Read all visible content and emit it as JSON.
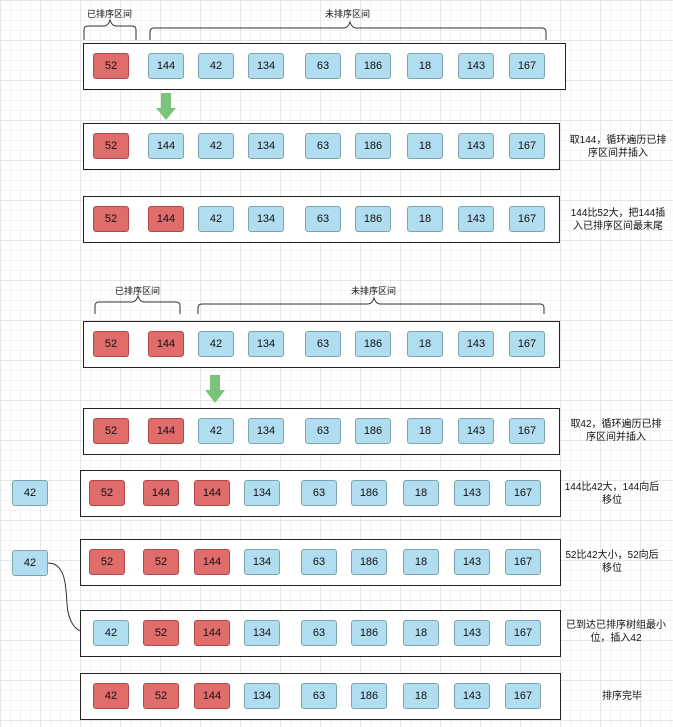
{
  "labels": {
    "sorted": "已排序区间",
    "unsorted": "未排序区间"
  },
  "free_box": "42",
  "rows": [
    {
      "cells": [
        [
          "52",
          "red"
        ],
        [
          "144",
          "blue"
        ],
        [
          "42",
          "blue"
        ],
        [
          "134",
          "blue"
        ],
        [
          "63",
          "blue"
        ],
        [
          "186",
          "blue"
        ],
        [
          "18",
          "blue"
        ],
        [
          "143",
          "blue"
        ],
        [
          "167",
          "blue"
        ]
      ],
      "note": ""
    },
    {
      "cells": [
        [
          "52",
          "red"
        ],
        [
          "144",
          "blue"
        ],
        [
          "42",
          "blue"
        ],
        [
          "134",
          "blue"
        ],
        [
          "63",
          "blue"
        ],
        [
          "186",
          "blue"
        ],
        [
          "18",
          "blue"
        ],
        [
          "143",
          "blue"
        ],
        [
          "167",
          "blue"
        ]
      ],
      "note": "取144，循环遍历已排序区间并插入"
    },
    {
      "cells": [
        [
          "52",
          "red"
        ],
        [
          "144",
          "red"
        ],
        [
          "42",
          "blue"
        ],
        [
          "134",
          "blue"
        ],
        [
          "63",
          "blue"
        ],
        [
          "186",
          "blue"
        ],
        [
          "18",
          "blue"
        ],
        [
          "143",
          "blue"
        ],
        [
          "167",
          "blue"
        ]
      ],
      "note": "144比52大，把144插入已排序区间最末尾"
    },
    {
      "cells": [
        [
          "52",
          "red"
        ],
        [
          "144",
          "red"
        ],
        [
          "42",
          "blue"
        ],
        [
          "134",
          "blue"
        ],
        [
          "63",
          "blue"
        ],
        [
          "186",
          "blue"
        ],
        [
          "18",
          "blue"
        ],
        [
          "143",
          "blue"
        ],
        [
          "167",
          "blue"
        ]
      ],
      "note": ""
    },
    {
      "cells": [
        [
          "52",
          "red"
        ],
        [
          "144",
          "red"
        ],
        [
          "42",
          "blue"
        ],
        [
          "134",
          "blue"
        ],
        [
          "63",
          "blue"
        ],
        [
          "186",
          "blue"
        ],
        [
          "18",
          "blue"
        ],
        [
          "143",
          "blue"
        ],
        [
          "167",
          "blue"
        ]
      ],
      "note": "取42，循环遍历已排序区间并插入"
    },
    {
      "cells": [
        [
          "52",
          "red"
        ],
        [
          "144",
          "red"
        ],
        [
          "144",
          "red"
        ],
        [
          "134",
          "blue"
        ],
        [
          "63",
          "blue"
        ],
        [
          "186",
          "blue"
        ],
        [
          "18",
          "blue"
        ],
        [
          "143",
          "blue"
        ],
        [
          "167",
          "blue"
        ]
      ],
      "note": "144比42大，144向后移位"
    },
    {
      "cells": [
        [
          "52",
          "red"
        ],
        [
          "52",
          "red"
        ],
        [
          "144",
          "red"
        ],
        [
          "134",
          "blue"
        ],
        [
          "63",
          "blue"
        ],
        [
          "186",
          "blue"
        ],
        [
          "18",
          "blue"
        ],
        [
          "143",
          "blue"
        ],
        [
          "167",
          "blue"
        ]
      ],
      "note": "52比42大小，52向后移位"
    },
    {
      "cells": [
        [
          "42",
          "blue"
        ],
        [
          "52",
          "red"
        ],
        [
          "144",
          "red"
        ],
        [
          "134",
          "blue"
        ],
        [
          "63",
          "blue"
        ],
        [
          "186",
          "blue"
        ],
        [
          "18",
          "blue"
        ],
        [
          "143",
          "blue"
        ],
        [
          "167",
          "blue"
        ]
      ],
      "note": "已到达已排序树组最小位，插入42"
    },
    {
      "cells": [
        [
          "42",
          "red"
        ],
        [
          "52",
          "red"
        ],
        [
          "144",
          "red"
        ],
        [
          "134",
          "blue"
        ],
        [
          "63",
          "blue"
        ],
        [
          "186",
          "blue"
        ],
        [
          "18",
          "blue"
        ],
        [
          "143",
          "blue"
        ],
        [
          "167",
          "blue"
        ]
      ],
      "note": "排序完毕"
    }
  ]
}
